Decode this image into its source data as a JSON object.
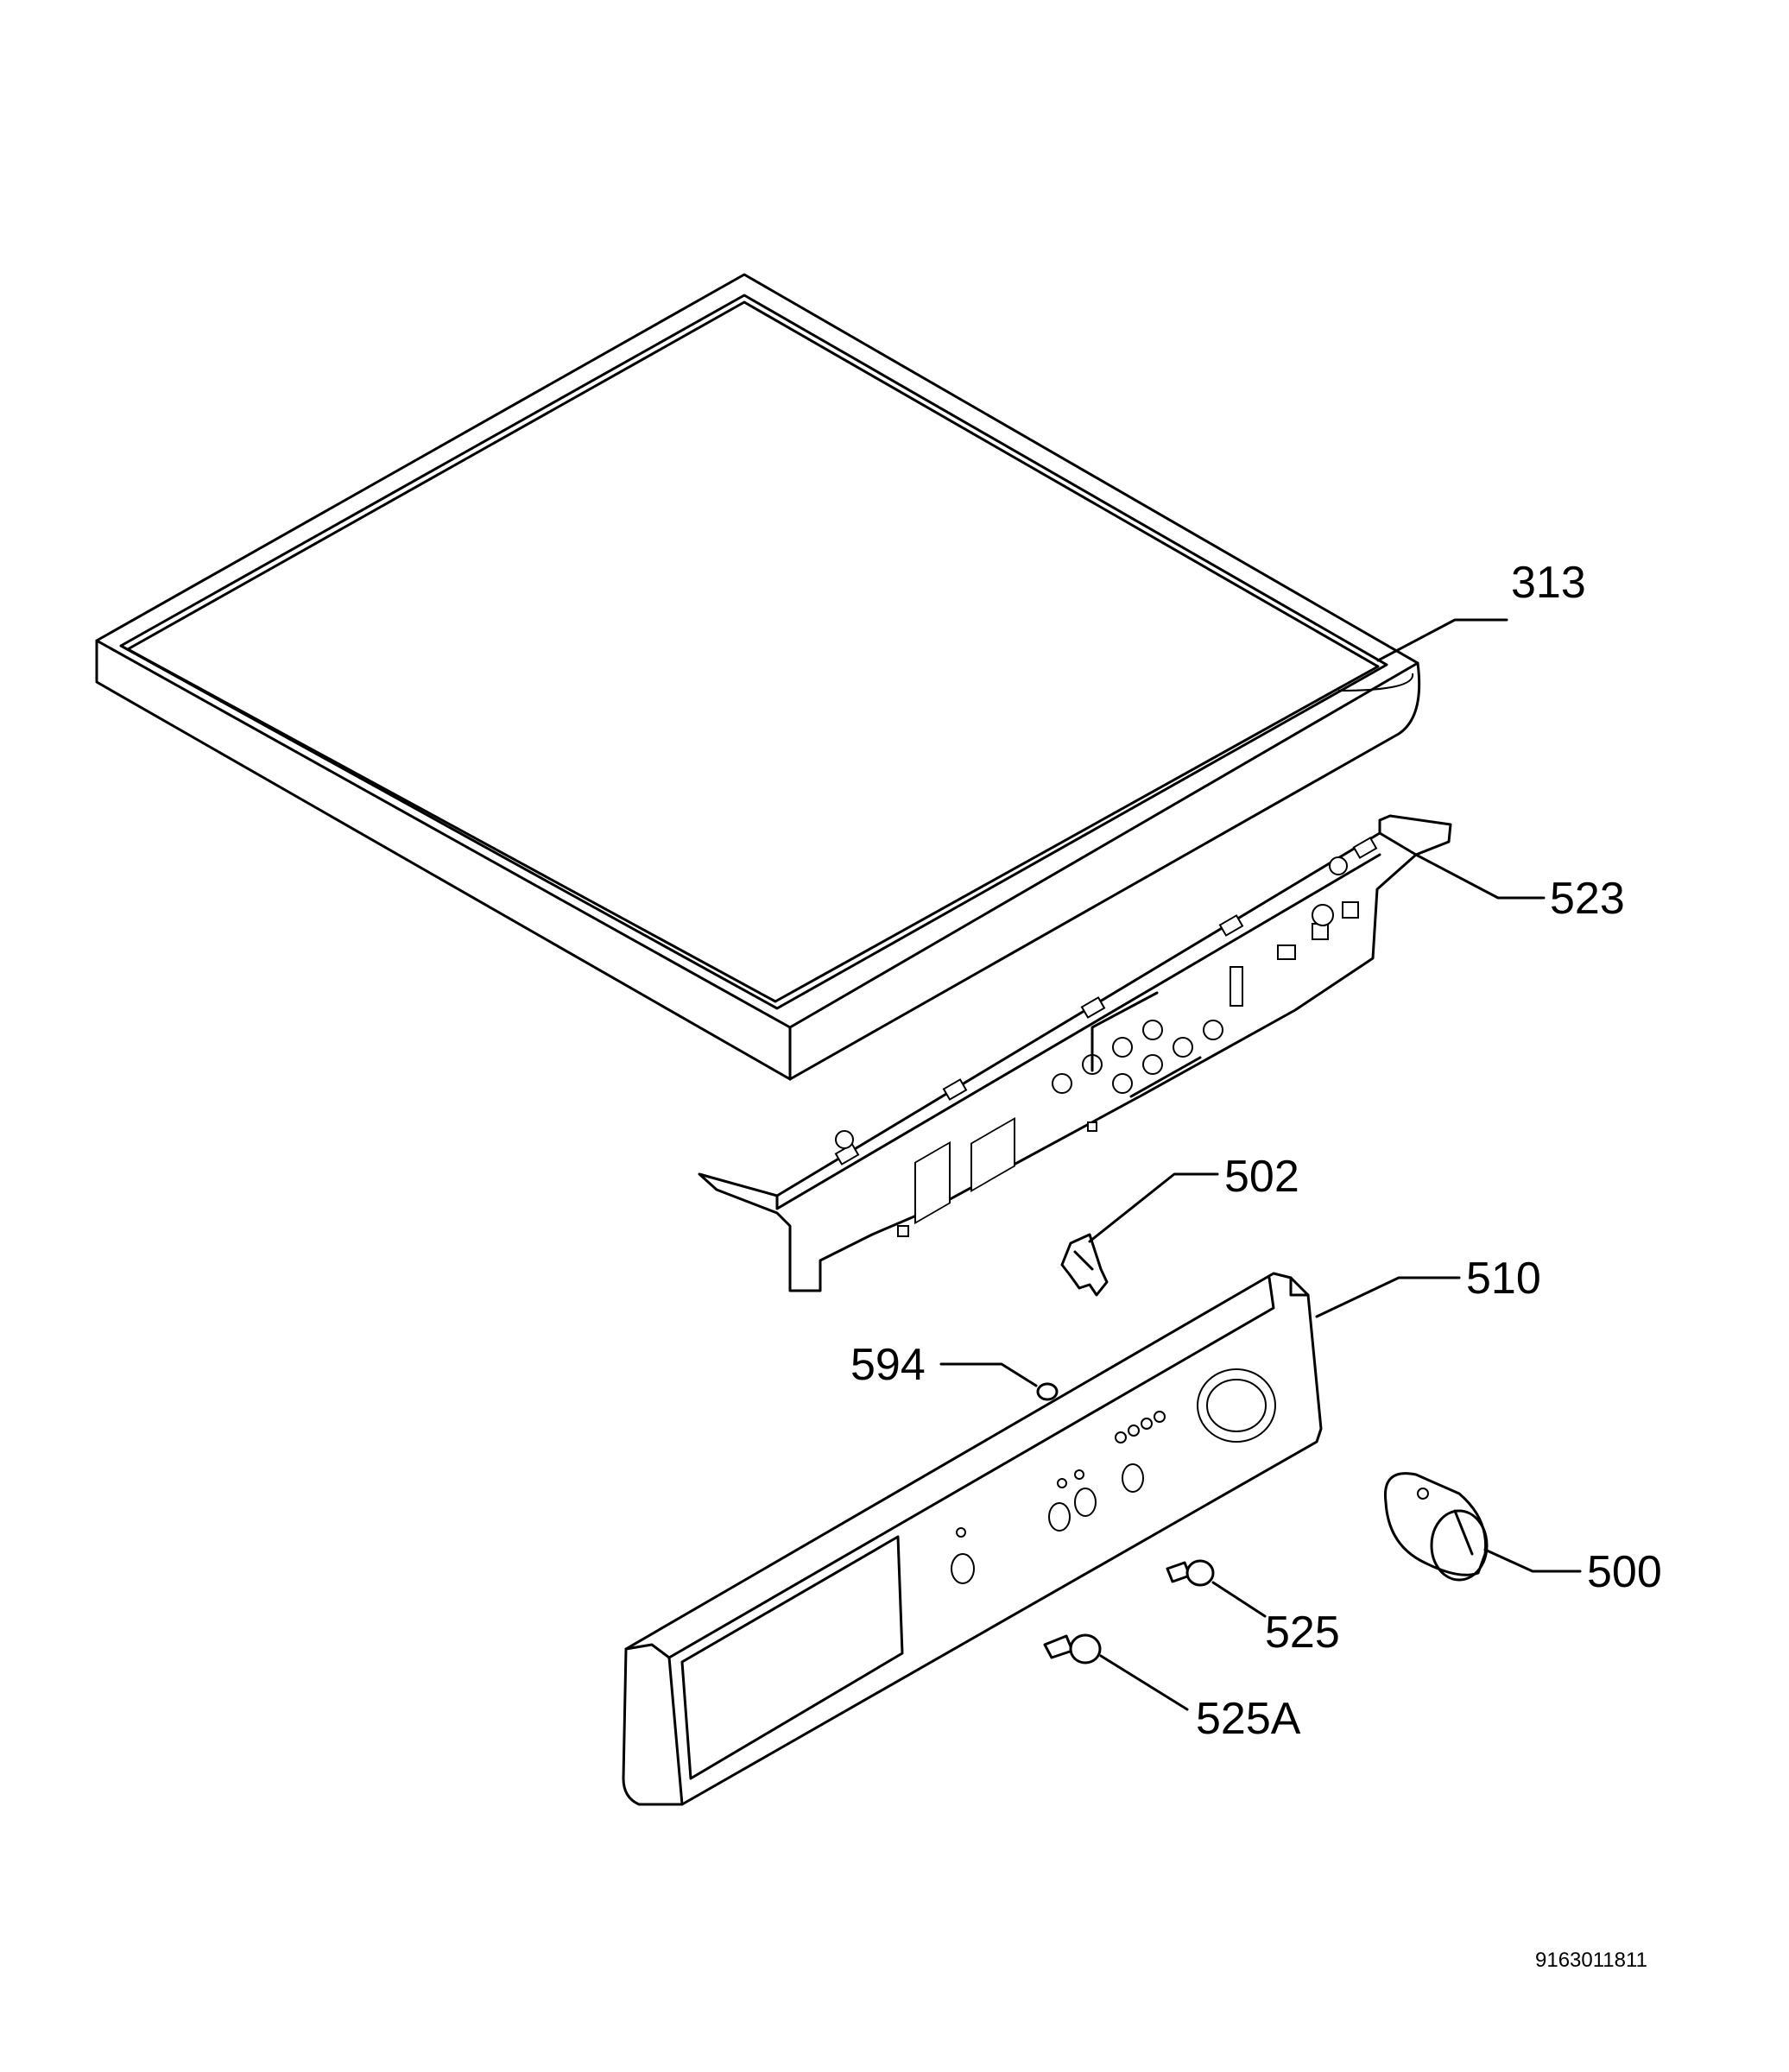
{
  "labels": {
    "part_313": "313",
    "part_523": "523",
    "part_502": "502",
    "part_510": "510",
    "part_594": "594",
    "part_500": "500",
    "part_525": "525",
    "part_525A": "525A"
  },
  "drawing_code": "9163011811",
  "colors": {
    "line": "#000000",
    "background": "#ffffff"
  }
}
